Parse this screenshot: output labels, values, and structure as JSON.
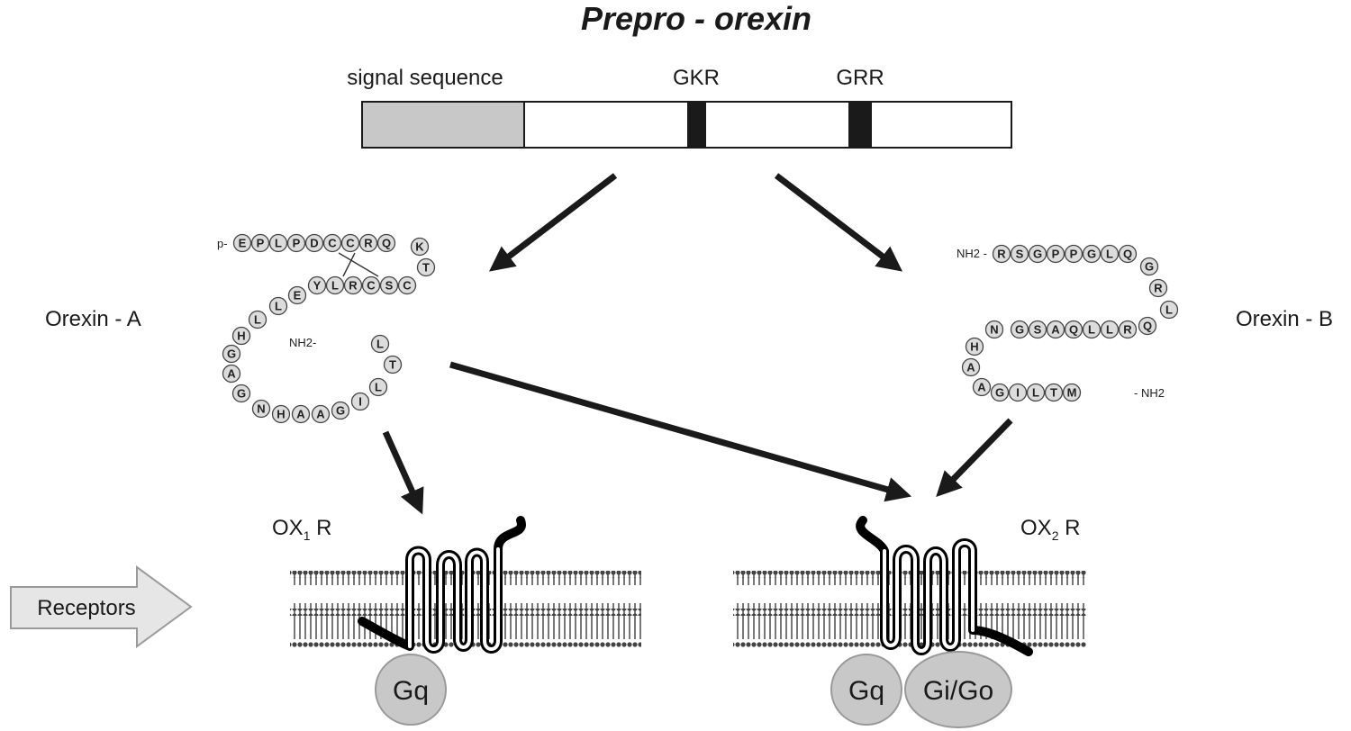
{
  "title": "Prepro - orexin",
  "precursor": {
    "signal_label": "signal sequence",
    "site1_label": "GKR",
    "site2_label": "GRR",
    "colors": {
      "signal": "#c8c8c8",
      "site": "#1a1a1a",
      "body": "#ffffff"
    }
  },
  "orexin_a": {
    "label": "Orexin - A",
    "n_term": "p-",
    "c_term": "NH2-",
    "sequence": [
      "E",
      "P",
      "L",
      "P",
      "D",
      "C",
      "C",
      "R",
      "Q",
      "K",
      "T",
      "C",
      "S",
      "C",
      "R",
      "L",
      "Y",
      "E",
      "L",
      "L",
      "H",
      "G",
      "A",
      "G",
      "N",
      "H",
      "A",
      "A",
      "G",
      "I",
      "L",
      "T",
      "L"
    ]
  },
  "orexin_b": {
    "label": "Orexin - B",
    "n_term": "NH2 -",
    "c_term": "- NH2",
    "sequence": [
      "R",
      "S",
      "G",
      "P",
      "P",
      "G",
      "L",
      "Q",
      "G",
      "R",
      "L",
      "Q",
      "R",
      "L",
      "L",
      "Q",
      "A",
      "S",
      "G",
      "N",
      "H",
      "A",
      "A",
      "G",
      "I",
      "L",
      "T",
      "M"
    ]
  },
  "receptors": {
    "arrow_label": "Receptors",
    "ox1": {
      "prefix": "OX",
      "sub": "1",
      "suffix": " R",
      "gproteins": [
        "Gq"
      ]
    },
    "ox2": {
      "prefix": "OX",
      "sub": "2",
      "suffix": " R",
      "gproteins": [
        "Gq",
        "Gi/Go"
      ]
    }
  }
}
